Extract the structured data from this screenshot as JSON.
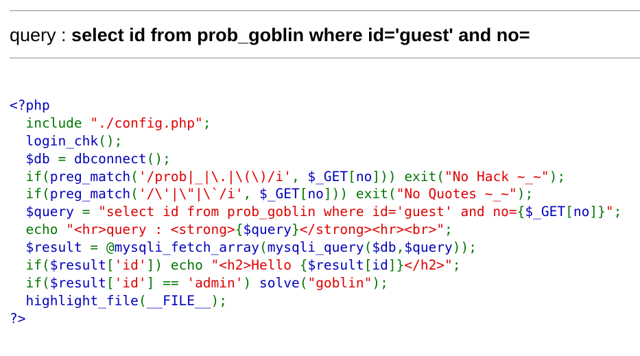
{
  "query_display": {
    "label": "query : ",
    "text": "select id from prob_goblin where id='guest' and no="
  },
  "source_code": {
    "colors": {
      "default": "#0000BB",
      "keyword": "#007700",
      "string": "#DD0000"
    },
    "lines": [
      [
        {
          "c": "blue",
          "t": "<?php"
        }
      ],
      [
        {
          "c": "blue",
          "t": "  "
        },
        {
          "c": "green",
          "t": "include "
        },
        {
          "c": "red",
          "t": "\"./config.php\""
        },
        {
          "c": "green",
          "t": ";"
        }
      ],
      [
        {
          "c": "blue",
          "t": "  login_chk"
        },
        {
          "c": "green",
          "t": "();"
        }
      ],
      [
        {
          "c": "blue",
          "t": "  $db "
        },
        {
          "c": "green",
          "t": "= "
        },
        {
          "c": "blue",
          "t": "dbconnect"
        },
        {
          "c": "green",
          "t": "();"
        }
      ],
      [
        {
          "c": "blue",
          "t": "  "
        },
        {
          "c": "green",
          "t": "if("
        },
        {
          "c": "blue",
          "t": "preg_match"
        },
        {
          "c": "green",
          "t": "("
        },
        {
          "c": "red",
          "t": "'/prob|_|\\.|\\(\\)/i'"
        },
        {
          "c": "green",
          "t": ", "
        },
        {
          "c": "blue",
          "t": "$_GET"
        },
        {
          "c": "green",
          "t": "["
        },
        {
          "c": "blue",
          "t": "no"
        },
        {
          "c": "green",
          "t": "])) exit("
        },
        {
          "c": "red",
          "t": "\"No Hack ~_~\""
        },
        {
          "c": "green",
          "t": ");"
        }
      ],
      [
        {
          "c": "blue",
          "t": "  "
        },
        {
          "c": "green",
          "t": "if("
        },
        {
          "c": "blue",
          "t": "preg_match"
        },
        {
          "c": "green",
          "t": "("
        },
        {
          "c": "red",
          "t": "'/\\'|\\\"|\\`/i'"
        },
        {
          "c": "green",
          "t": ", "
        },
        {
          "c": "blue",
          "t": "$_GET"
        },
        {
          "c": "green",
          "t": "["
        },
        {
          "c": "blue",
          "t": "no"
        },
        {
          "c": "green",
          "t": "])) exit("
        },
        {
          "c": "red",
          "t": "\"No Quotes ~_~\""
        },
        {
          "c": "green",
          "t": ");"
        }
      ],
      [
        {
          "c": "blue",
          "t": "  $query "
        },
        {
          "c": "green",
          "t": "= "
        },
        {
          "c": "red",
          "t": "\"select id from prob_goblin where id='guest' and no="
        },
        {
          "c": "green",
          "t": "{"
        },
        {
          "c": "blue",
          "t": "$_GET"
        },
        {
          "c": "green",
          "t": "["
        },
        {
          "c": "blue",
          "t": "no"
        },
        {
          "c": "green",
          "t": "]}"
        },
        {
          "c": "red",
          "t": "\""
        },
        {
          "c": "green",
          "t": ";"
        }
      ],
      [
        {
          "c": "blue",
          "t": "  "
        },
        {
          "c": "green",
          "t": "echo "
        },
        {
          "c": "red",
          "t": "\"<hr>query : <strong>"
        },
        {
          "c": "green",
          "t": "{"
        },
        {
          "c": "blue",
          "t": "$query"
        },
        {
          "c": "green",
          "t": "}"
        },
        {
          "c": "red",
          "t": "</strong><hr><br>\""
        },
        {
          "c": "green",
          "t": ";"
        }
      ],
      [
        {
          "c": "blue",
          "t": "  $result "
        },
        {
          "c": "green",
          "t": "= @"
        },
        {
          "c": "blue",
          "t": "mysqli_fetch_array"
        },
        {
          "c": "green",
          "t": "("
        },
        {
          "c": "blue",
          "t": "mysqli_query"
        },
        {
          "c": "green",
          "t": "("
        },
        {
          "c": "blue",
          "t": "$db"
        },
        {
          "c": "green",
          "t": ","
        },
        {
          "c": "blue",
          "t": "$query"
        },
        {
          "c": "green",
          "t": "));"
        }
      ],
      [
        {
          "c": "blue",
          "t": "  "
        },
        {
          "c": "green",
          "t": "if("
        },
        {
          "c": "blue",
          "t": "$result"
        },
        {
          "c": "green",
          "t": "["
        },
        {
          "c": "red",
          "t": "'id'"
        },
        {
          "c": "green",
          "t": "]) echo "
        },
        {
          "c": "red",
          "t": "\"<h2>Hello "
        },
        {
          "c": "green",
          "t": "{"
        },
        {
          "c": "blue",
          "t": "$result"
        },
        {
          "c": "green",
          "t": "["
        },
        {
          "c": "blue",
          "t": "id"
        },
        {
          "c": "green",
          "t": "]}"
        },
        {
          "c": "red",
          "t": "</h2>\""
        },
        {
          "c": "green",
          "t": ";"
        }
      ],
      [
        {
          "c": "blue",
          "t": "  "
        },
        {
          "c": "green",
          "t": "if("
        },
        {
          "c": "blue",
          "t": "$result"
        },
        {
          "c": "green",
          "t": "["
        },
        {
          "c": "red",
          "t": "'id'"
        },
        {
          "c": "green",
          "t": "] == "
        },
        {
          "c": "red",
          "t": "'admin'"
        },
        {
          "c": "green",
          "t": ") "
        },
        {
          "c": "blue",
          "t": "solve"
        },
        {
          "c": "green",
          "t": "("
        },
        {
          "c": "red",
          "t": "\"goblin\""
        },
        {
          "c": "green",
          "t": ");"
        }
      ],
      [
        {
          "c": "blue",
          "t": "  highlight_file"
        },
        {
          "c": "green",
          "t": "("
        },
        {
          "c": "blue",
          "t": "__FILE__"
        },
        {
          "c": "green",
          "t": ");"
        }
      ],
      [
        {
          "c": "blue",
          "t": "?>"
        }
      ]
    ]
  }
}
